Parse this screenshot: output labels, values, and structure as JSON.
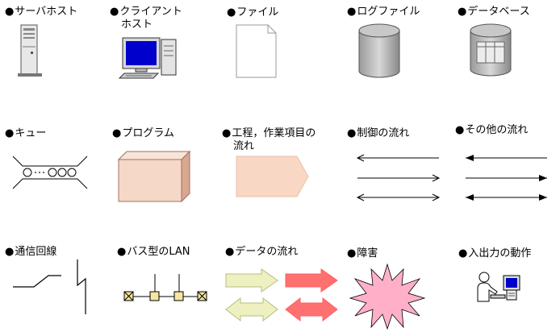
{
  "legend": {
    "items": [
      {
        "key": "server_host",
        "bullet": "●",
        "label": "サーバホスト"
      },
      {
        "key": "client_host",
        "bullet": "●",
        "label": "クライアント",
        "label2": "ホスト"
      },
      {
        "key": "file",
        "bullet": "●",
        "label": "ファイル"
      },
      {
        "key": "log_file",
        "bullet": "●",
        "label": "ログファイル"
      },
      {
        "key": "database",
        "bullet": "●",
        "label": "データベース"
      },
      {
        "key": "queue",
        "bullet": "●",
        "label": "キュー"
      },
      {
        "key": "program",
        "bullet": "●",
        "label": "プログラム"
      },
      {
        "key": "process_flow",
        "bullet": "●",
        "label": "工程，作業項目の",
        "label2": "流れ"
      },
      {
        "key": "control_flow",
        "bullet": "●",
        "label": "制御の流れ"
      },
      {
        "key": "other_flow",
        "bullet": "●",
        "label": "その他の流れ"
      },
      {
        "key": "comm_line",
        "bullet": "●",
        "label": "通信回線"
      },
      {
        "key": "bus_lan",
        "bullet": "●",
        "label": "バス型のLAN"
      },
      {
        "key": "data_flow",
        "bullet": "●",
        "label": "データの流れ"
      },
      {
        "key": "failure",
        "bullet": "●",
        "label": "障害"
      },
      {
        "key": "io_operation",
        "bullet": "●",
        "label": "入出力の動作"
      }
    ]
  },
  "colors": {
    "program_fill": "#f6d8c8",
    "program_side": "#d9a890",
    "process_fill": "#f8d8c4",
    "data_arrow_fill": "#eef0c0",
    "data_arrow_stroke": "#b8bc80",
    "red_arrow_fill": "#ff7070",
    "failure_fill": "#ffb0c8",
    "cylinder_gray": "#b8b8b8",
    "monitor_blue": "#0000cc",
    "bus_node_fill": "#f4e6a0"
  }
}
